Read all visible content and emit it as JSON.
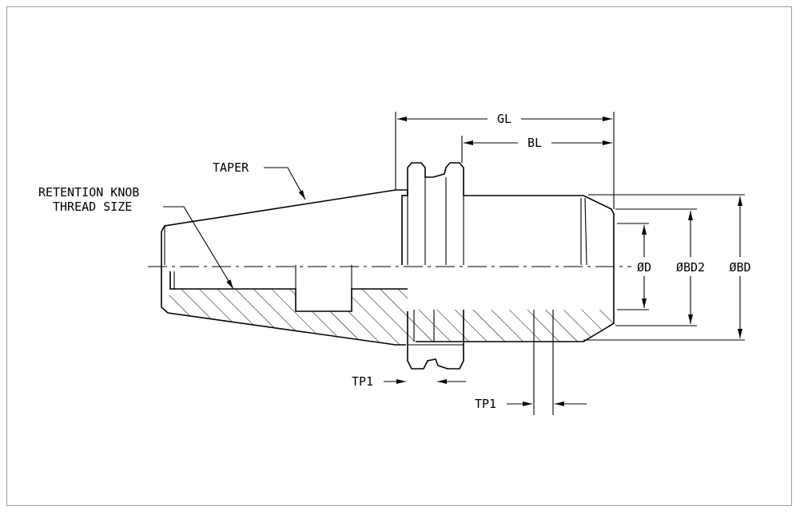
{
  "drawing": {
    "labels": {
      "gl": "GL",
      "bl": "BL",
      "taper": "TAPER",
      "retention_line1": "RETENTION KNOB",
      "retention_line2": "THREAD SIZE",
      "d": "ØD",
      "bd2": "ØBD2",
      "bd": "ØBD",
      "tp1_a": "TP1",
      "tp1_b": "TP1"
    }
  }
}
